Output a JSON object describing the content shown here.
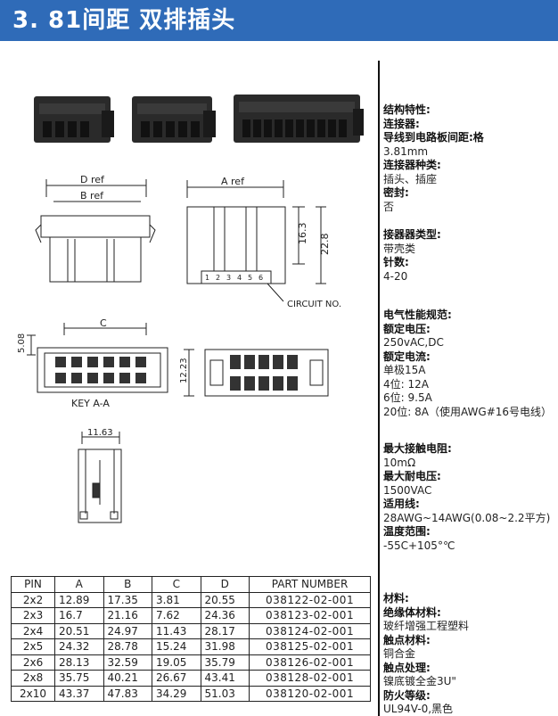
{
  "header": {
    "title": "3. 81间距    双排插头"
  },
  "drawing": {
    "dim_d": "D  ref",
    "dim_b": "B  ref",
    "dim_a": "A  ref",
    "dim_163": "16.3",
    "dim_228": "22.8",
    "dim_508": "5.08",
    "dim_c": "C",
    "dim_1223": "12.23",
    "dim_1163": "11.63",
    "circuit_label": "CIRCUIT  NO.",
    "key_label": "KEY  A-A",
    "pin_numbers": [
      "1",
      "2",
      "3",
      "4",
      "5",
      "6"
    ]
  },
  "specs": {
    "structure": [
      {
        "label": "结构特性:",
        "value": ""
      },
      {
        "label": "连接器:",
        "value": ""
      },
      {
        "label": "导线到电路板间距:格",
        "value": "3.81mm"
      },
      {
        "label": "连接器种类:",
        "value": "插头、插座"
      },
      {
        "label": "密封:",
        "value": "否"
      }
    ],
    "type": [
      {
        "label": "接器器类型:",
        "value": "带壳类"
      },
      {
        "label": "针数:",
        "value": "4-20"
      }
    ],
    "electrical": [
      {
        "label": "电气性能规范:",
        "value": ""
      },
      {
        "label": "额定电压:",
        "value": "250vAC,DC"
      },
      {
        "label": "额定电流:",
        "value": "单极15A"
      }
    ],
    "current_lines": [
      "4位:  12A",
      "6位:  9.5A",
      "20位:  8A（使用AWG#16号电线）"
    ],
    "contact": [
      {
        "label": "最大接触电阻:",
        "value": "10mΩ"
      },
      {
        "label": "最大耐电压:",
        "value": "1500VAC"
      },
      {
        "label": "适用线:",
        "value": "28AWG~14AWG(0.08~2.2平方)"
      },
      {
        "label": "温度范围:",
        "value": "-55C+105°℃"
      }
    ],
    "materials": [
      {
        "label": "材料:",
        "value": ""
      },
      {
        "label": "绝缘体材料:",
        "value": "玻纤增强工程塑料"
      },
      {
        "label": "触点材料:",
        "value": "铜合金"
      },
      {
        "label": "触点处理:",
        "value": "镍底镀全金3U\""
      },
      {
        "label": "防火等级:",
        "value": "UL94V-0,黑色"
      }
    ]
  },
  "table": {
    "headers": [
      "PIN",
      "A",
      "B",
      "C",
      "D",
      "PART  NUMBER"
    ],
    "rows": [
      [
        "2x2",
        "12.89",
        "17.35",
        "3.81",
        "20.55",
        "038122-02-001"
      ],
      [
        "2x3",
        "16.7",
        "21.16",
        "7.62",
        "24.36",
        "038123-02-001"
      ],
      [
        "2x4",
        "20.51",
        "24.97",
        "11.43",
        "28.17",
        "038124-02-001"
      ],
      [
        "2x5",
        "24.32",
        "28.78",
        "15.24",
        "31.98",
        "038125-02-001"
      ],
      [
        "2x6",
        "28.13",
        "32.59",
        "19.05",
        "35.79",
        "038126-02-001"
      ],
      [
        "2x8",
        "35.75",
        "40.21",
        "26.67",
        "43.41",
        "038128-02-001"
      ],
      [
        "2x10",
        "43.37",
        "47.83",
        "34.29",
        "51.03",
        "038120-02-001"
      ]
    ]
  }
}
